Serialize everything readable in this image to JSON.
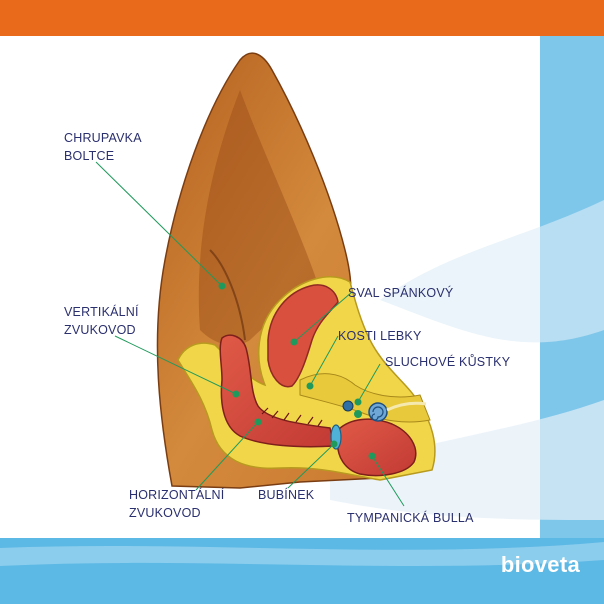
{
  "colors": {
    "top_bar": "#ea6a1c",
    "panel_blue": "#7fc7ea",
    "footer_blue": "#5cb8e4",
    "label_text": "#2a2f6e",
    "leader_line": "#1f9a5c",
    "ear_skin": "#c8742e",
    "cartilage": "#f2d64a",
    "canal": "#d8453d"
  },
  "labels": {
    "chrupavka_line1": "CHRUPAVKA",
    "chrupavka_line2": "BOLTCE",
    "vertikalni_line1": "VERTIKÁLNÍ",
    "vertikalni_line2": "ZVUKOVOD",
    "horizontalni_line1": "HORIZONTÁLNÍ",
    "horizontalni_line2": "ZVUKOVOD",
    "bubinek": "BUBÍNEK",
    "sval": "SVAL SPÁNKOVÝ",
    "kosti": "KOSTI LEBKY",
    "sluchove": "SLUCHOVÉ KŮSTKY",
    "tympanicka": "TYMPANICKÁ BULLA"
  },
  "brand": "bioveta"
}
